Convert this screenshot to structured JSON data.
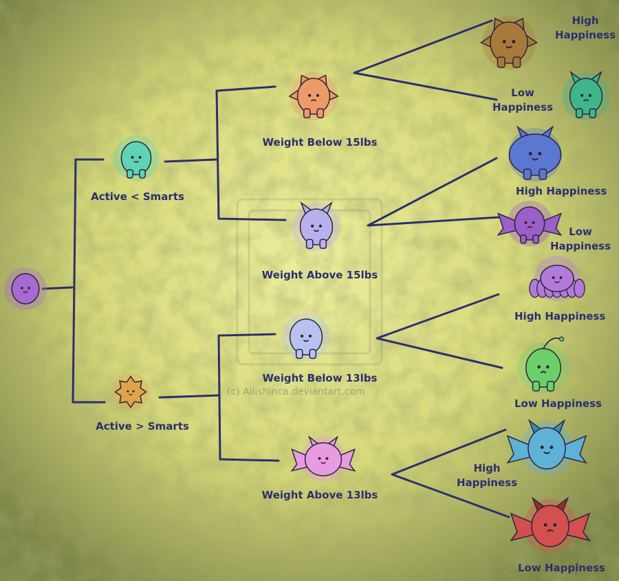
{
  "root": {
    "icon": "purple-round-creature"
  },
  "level1": [
    {
      "label": "Active < Smarts",
      "icon": "teal-blob-creature",
      "color": "#5fd3b4"
    },
    {
      "label": "Active > Smarts",
      "icon": "orange-spiky-creature",
      "color": "#e0a24a"
    }
  ],
  "level2": [
    {
      "label": "Weight Below 15lbs",
      "icon": "orange-flame-creature",
      "color": "#ef9a6a"
    },
    {
      "label": "Weight Above 15lbs",
      "icon": "lavender-horned-creature",
      "color": "#b9b0ee"
    },
    {
      "label": "Weight Below 13lbs",
      "icon": "blue-ghost-creature",
      "color": "#b7c2f0"
    },
    {
      "label": "Weight Above 13lbs",
      "icon": "pink-bat-creature",
      "color": "#e79be0"
    }
  ],
  "level3": [
    {
      "line1": "High",
      "line2": "Happiness",
      "icon": "brown-flame-creature",
      "color": "#a87a3a"
    },
    {
      "line1": "Low",
      "line2": "Happiness",
      "icon": "green-cat-creature",
      "color": "#3fb58a"
    },
    {
      "line1": "High Happiness",
      "line2": "",
      "icon": "blue-horned-creature",
      "color": "#5a78cf"
    },
    {
      "line1": "Low",
      "line2": "Happiness",
      "icon": "purple-winged-creature",
      "color": "#9b5fc8"
    },
    {
      "line1": "High Happiness",
      "line2": "",
      "icon": "purple-octopus-creature",
      "color": "#b27ad9"
    },
    {
      "line1": "Low Happiness",
      "line2": "",
      "icon": "green-antenna-creature",
      "color": "#6cd06a"
    },
    {
      "line1": "High",
      "line2": "Happiness",
      "icon": "sky-blue-winged-creature",
      "color": "#5eb2d8"
    },
    {
      "line1": "Low Happiness",
      "line2": "",
      "icon": "red-devil-creature",
      "color": "#d4504e"
    }
  ],
  "watermark": "(c) Allishinca.deviantart.com",
  "colors": {
    "ink": "#2a2f6e",
    "background": "#d8dc7e"
  }
}
